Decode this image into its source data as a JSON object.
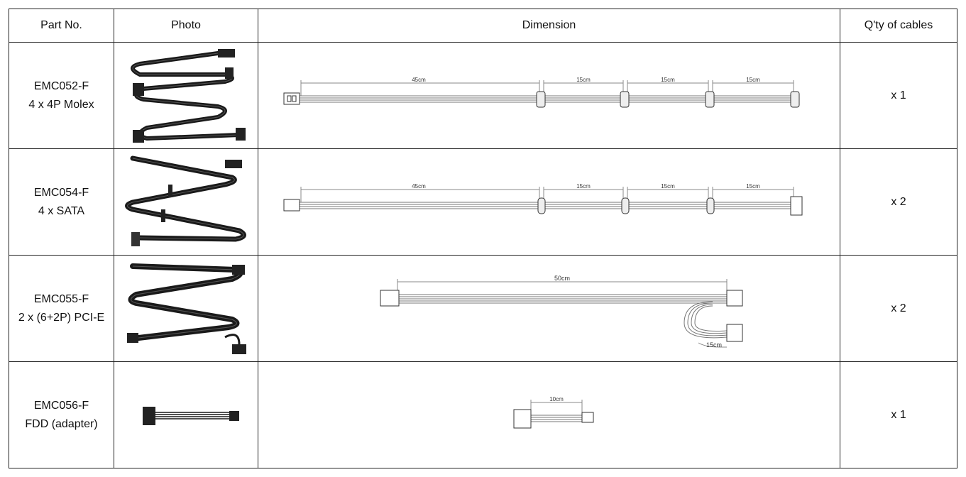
{
  "headers": {
    "part_no": "Part No.",
    "photo": "Photo",
    "dimension": "Dimension",
    "qty": "Q'ty of cables"
  },
  "rows": [
    {
      "part": "EMC052-F",
      "description": "4 x 4P Molex",
      "qty": "x 1",
      "dims": [
        "45cm",
        "15cm",
        "15cm",
        "15cm"
      ]
    },
    {
      "part": "EMC054-F",
      "description": "4 x SATA",
      "qty": "x 2",
      "dims": [
        "45cm",
        "15cm",
        "15cm",
        "15cm"
      ]
    },
    {
      "part": "EMC055-F",
      "description": "2 x (6+2P) PCI-E",
      "qty": "x 2",
      "dims": [
        "50cm",
        "15cm"
      ]
    },
    {
      "part": "EMC056-F",
      "description": "FDD (adapter)",
      "qty": "x 1",
      "dims": [
        "10cm"
      ]
    }
  ]
}
